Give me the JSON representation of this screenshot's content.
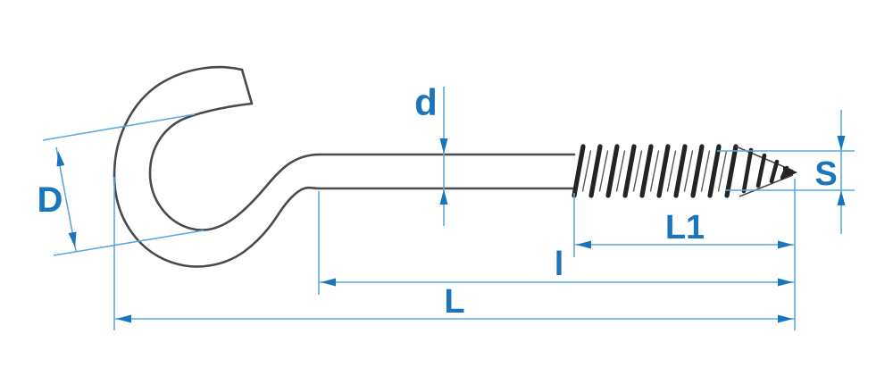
{
  "drawing": {
    "kind": "technical-dimension-diagram",
    "part": "screw-hook-with-wood-screw-thread",
    "labels": {
      "hook_diameter": "D",
      "wire_diameter": "d",
      "thread_diameter": "S",
      "thread_length": "L1",
      "shank_length": "l",
      "overall_length": "L"
    },
    "colors": {
      "dimension_line": "#5da8db",
      "dimension_accent": "#1b75bc",
      "outline": "#4a4a4a",
      "thread": "#242424",
      "background": "#ffffff"
    }
  }
}
